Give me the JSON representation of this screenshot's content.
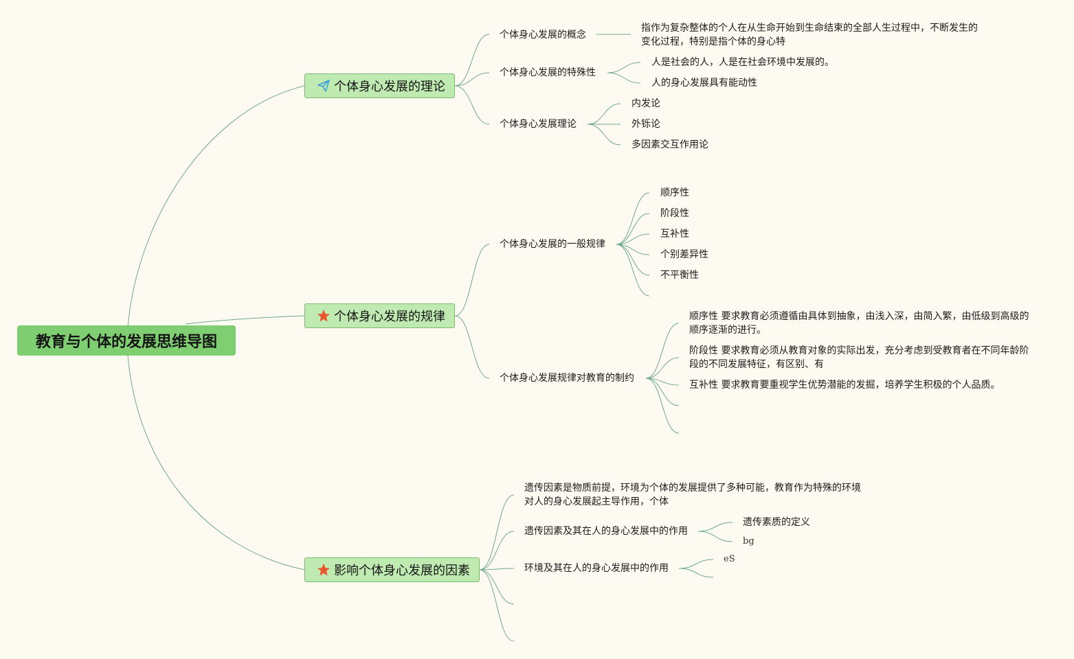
{
  "root": {
    "label": "教育与个体的发展思维导图"
  },
  "branches": [
    {
      "label": "个体身心发展的理论",
      "icon": "paper-plane-icon",
      "children": [
        {
          "label": "个体身心发展的概念",
          "children": [
            "指作为复杂整体的个人在从生命开始到生命结束的全部人生过程中，不断发生的变化过程，特别是指个体的身心特"
          ]
        },
        {
          "label": "个体身心发展的特殊性",
          "children": [
            "人是社会的人，人是在社会环境中发展的。",
            "人的身心发展具有能动性"
          ]
        },
        {
          "label": "个体身心发展理论",
          "children": [
            "内发论",
            "外铄论",
            "多因素交互作用论"
          ]
        }
      ]
    },
    {
      "label": "个体身心发展的规律",
      "icon": "star-icon",
      "children": [
        {
          "label": "个体身心发展的一般规律",
          "children": [
            "顺序性",
            "阶段性",
            "互补性",
            "个别差异性",
            "不平衡性"
          ]
        },
        {
          "label": "个体身心发展规律对教育的制约",
          "children": [
            "顺序性 要求教育必须遵循由具体到抽象，由浅入深，由简入繁，由低级到高级的顺序逐渐的进行。",
            "阶段性 要求教育必须从教育对象的实际出发，充分考虑到受教育者在不同年龄阶段的不同发展特征，有区别、有",
            "互补性 要求教育要重视学生优势潜能的发掘，培养学生积极的个人品质。"
          ]
        }
      ]
    },
    {
      "label": "影响个体身心发展的因素",
      "icon": "star-icon",
      "children": [
        {
          "label": "遗传因素是物质前提，环境为个体的发展提供了多种可能，教育作为特殊的环境对人的身心发展起主导作用，个体",
          "children": []
        },
        {
          "label": "遗传因素及其在人的身心发展中的作用",
          "children": [
            "遗传素质的定义",
            "bg"
          ]
        },
        {
          "label": "环境及其在人的身心发展中的作用",
          "children": [
            "eS"
          ]
        }
      ]
    }
  ],
  "colors": {
    "root_bg": "#7fcf72",
    "branch_bg": "#bfeab1",
    "branch_border": "#78b96a",
    "link": "#6fa88a",
    "star": "#e8572c",
    "plane": "#3aa0d8",
    "background": "#fdfbf1"
  }
}
